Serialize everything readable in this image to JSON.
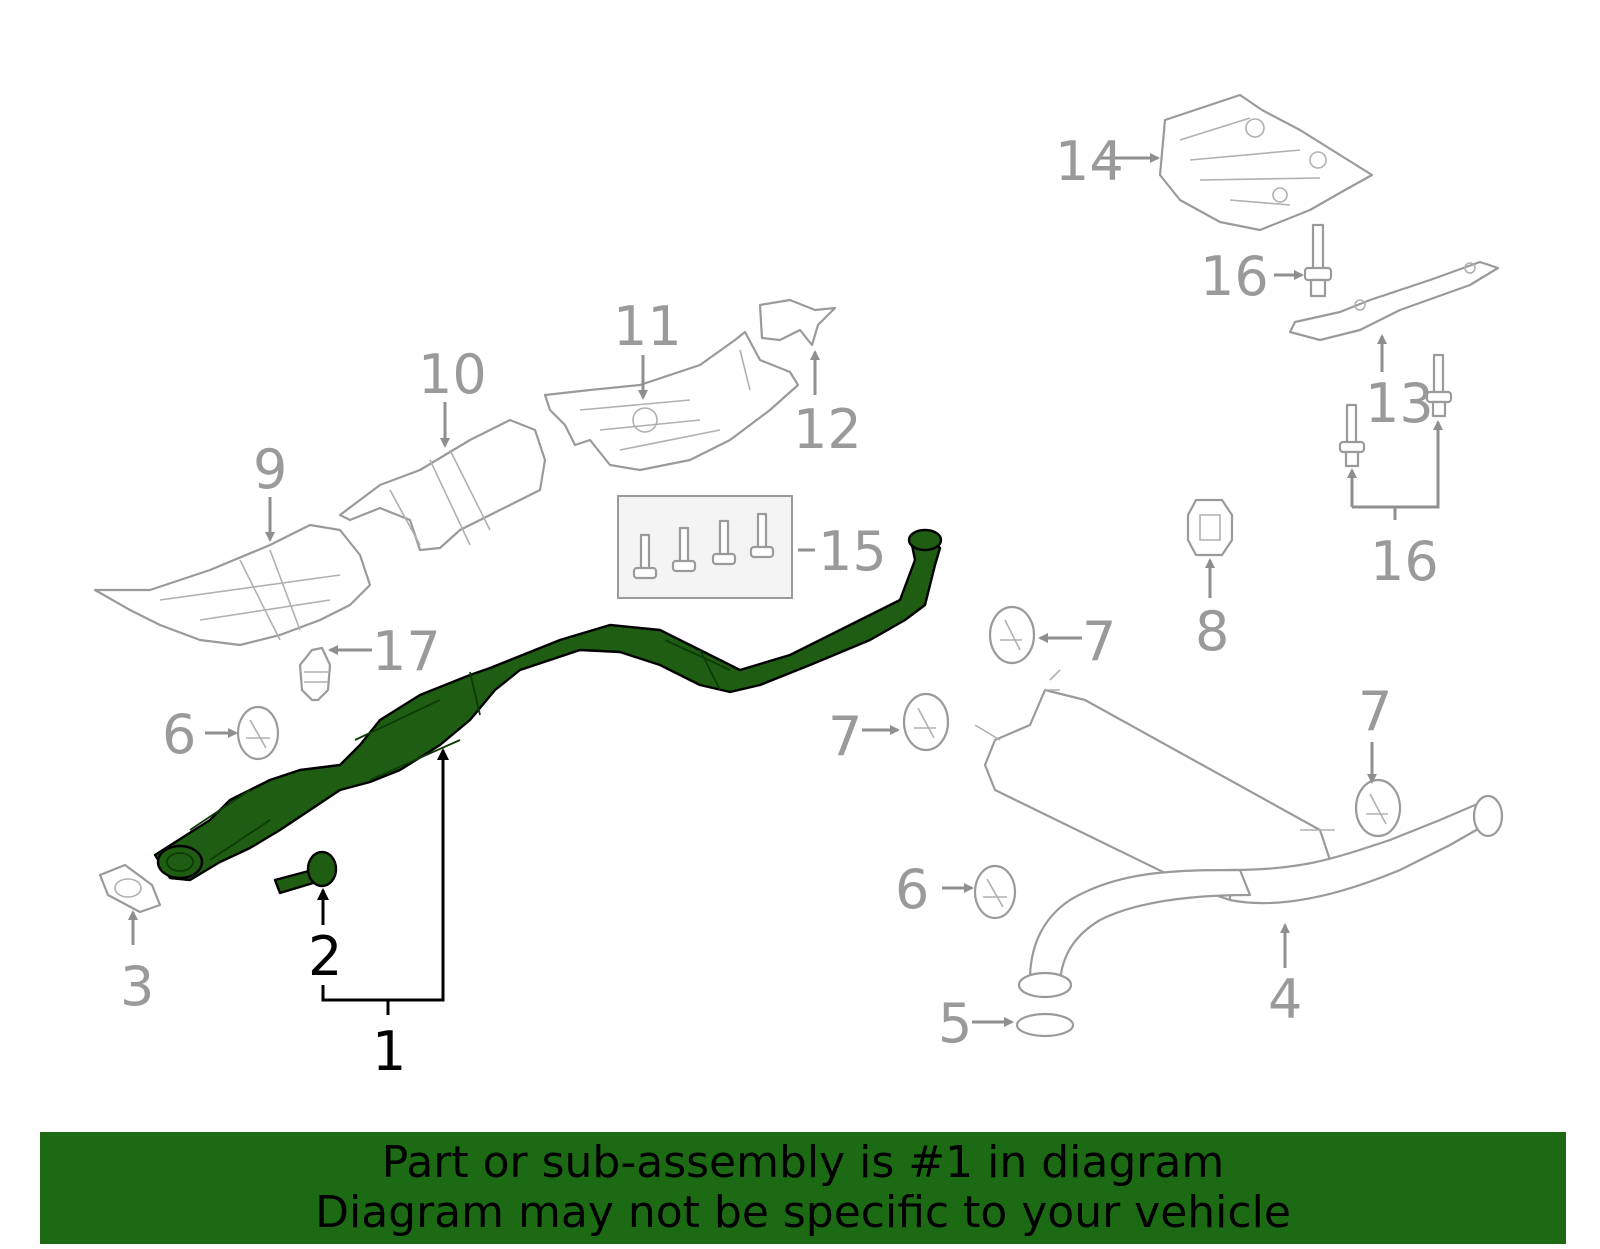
{
  "callouts": {
    "c1": "1",
    "c2": "2",
    "c3": "3",
    "c4": "4",
    "c5": "5",
    "c6a": "6",
    "c6b": "6",
    "c7a": "7",
    "c7b": "7",
    "c7c": "7",
    "c8": "8",
    "c9": "9",
    "c10": "10",
    "c11": "11",
    "c12": "12",
    "c13": "13",
    "c14": "14",
    "c15": "15",
    "c16a": "16",
    "c16b": "16",
    "c17": "17"
  },
  "highlighted_part": "1",
  "colors": {
    "highlight_fill": "#1f5e12",
    "banner": "#1c6a14",
    "callout_gray": "#9a9a9a"
  },
  "banner": {
    "line1": "Part or sub-assembly is #1 in diagram",
    "line2": "Diagram may not be specific to your vehicle"
  }
}
